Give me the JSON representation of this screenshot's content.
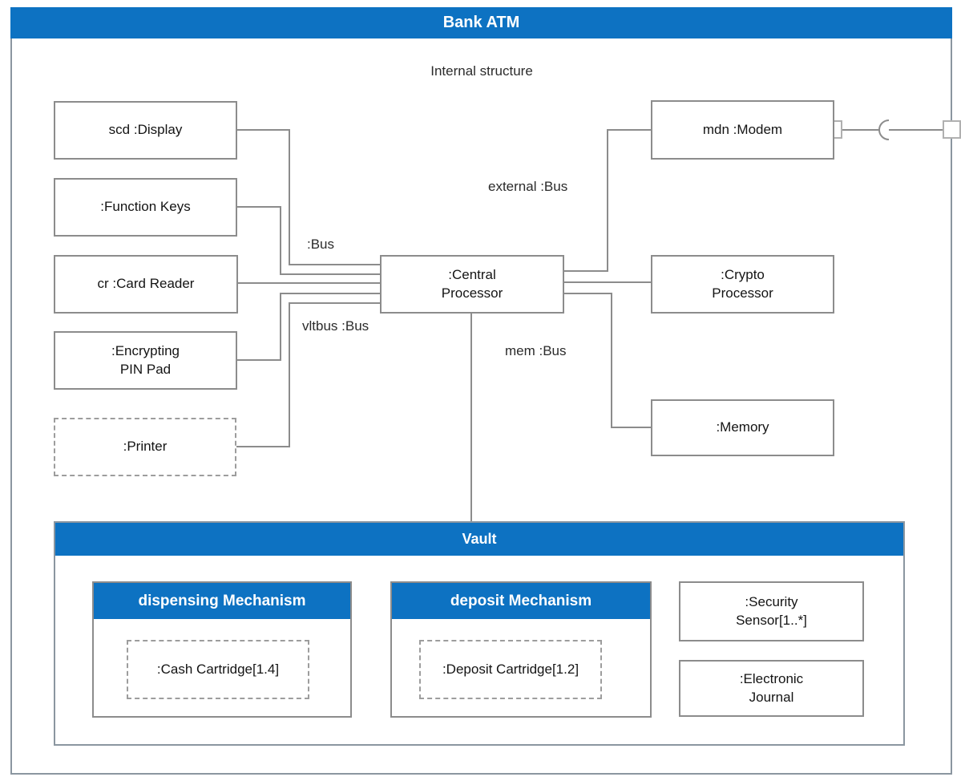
{
  "diagram": {
    "title": "Bank ATM",
    "subtitle": "Internal structure"
  },
  "nodes": {
    "display": "scd :Display",
    "function_keys": ":Function Keys",
    "card_reader": "cr :Card Reader",
    "pin_pad": ":Encrypting\nPIN Pad",
    "printer": ":Printer",
    "central_processor": ":Central\nProcessor",
    "modem": "mdn :Modem",
    "crypto_processor": ":Crypto\nProcessor",
    "memory": ":Memory"
  },
  "connector_labels": {
    "bus": ":Bus",
    "vltbus": "vltbus :Bus",
    "mem_bus": "mem :Bus",
    "external_bus": "external :Bus"
  },
  "vault": {
    "title": "Vault",
    "dispensing_mechanism": {
      "title": "dispensing Mechanism",
      "cartridge": ":Cash Cartridge[1.4]"
    },
    "deposit_mechanism": {
      "title": "deposit Mechanism",
      "cartridge": ":Deposit Cartridge[1.2]"
    },
    "security_sensor": ":Security\nSensor[1..*]",
    "electronic_journal": ":Electronic\nJournal"
  },
  "colors": {
    "header_blue": "#0d72c2",
    "box_border_gray": "#8c8c8c",
    "frame_border_gray": "#8b96a0"
  }
}
